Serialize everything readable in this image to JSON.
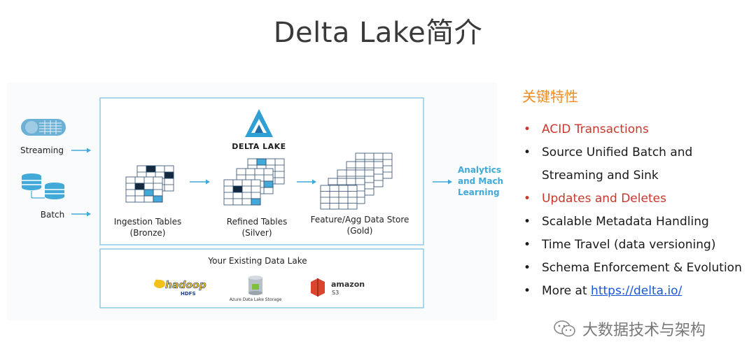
{
  "title": "Delta Lake简介",
  "diagram": {
    "sources": [
      {
        "label": "Streaming",
        "icon": "streaming-icon"
      },
      {
        "label": "Batch",
        "icon": "database-icon"
      }
    ],
    "logo_text": "DELTA LAKE",
    "stages": [
      {
        "name": "Ingestion Tables",
        "tier": "(Bronze)"
      },
      {
        "name": "Refined Tables",
        "tier": "(Silver)"
      },
      {
        "name": "Feature/Agg Data Store",
        "tier": "(Gold)"
      }
    ],
    "output": [
      "Analytics",
      "and Machine",
      "Learning"
    ],
    "data_lake": {
      "label": "Your Existing Data Lake",
      "hadoop_text": "hadoop",
      "hadoop_sub": "HDFS",
      "azure_text": "Azure Data Lake Storage",
      "amazon_text": "amazon",
      "amazon_sub": "S3"
    },
    "colors": {
      "accent": "#43a9d8",
      "navy": "#1b3a5c",
      "frame": "#8ccbe6"
    }
  },
  "features": {
    "heading": "关键特性",
    "items": [
      {
        "text": "ACID Transactions",
        "highlight": true
      },
      {
        "text": "Source Unified Batch and Streaming and Sink",
        "highlight": false
      },
      {
        "text": "Updates and Deletes",
        "highlight": true
      },
      {
        "text": "Scalable Metadata Handling",
        "highlight": false
      },
      {
        "text": "Time Travel (data versioning)",
        "highlight": false
      },
      {
        "text": "Schema Enforcement & Evolution",
        "highlight": false
      },
      {
        "text": "More at ",
        "link": "https://delta.io/",
        "highlight": false
      }
    ],
    "colors": {
      "heading": "#f08c24",
      "highlight": "#c9372c",
      "link": "#1a56d6"
    }
  },
  "watermark": {
    "text": "大数据技术与架构",
    "icon": "wechat-icon"
  }
}
